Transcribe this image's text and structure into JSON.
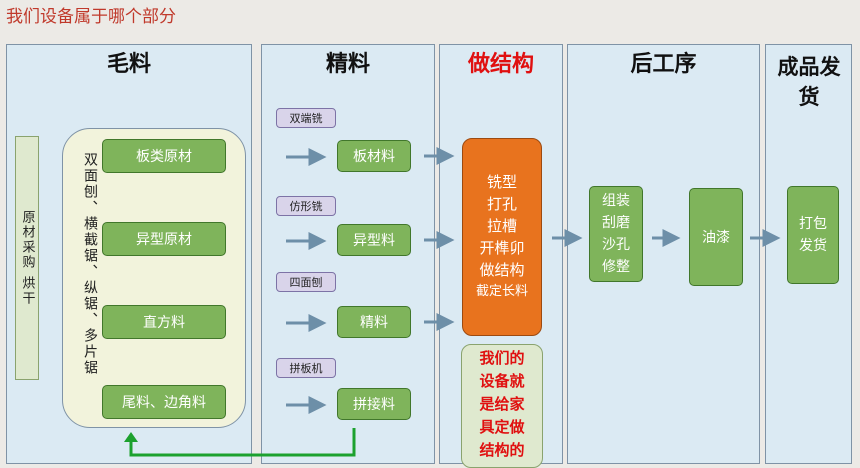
{
  "page_title": "我们设备属于哪个部分",
  "sections": {
    "maoliao": "毛料",
    "jingliao": "精料",
    "zuojiegou": "做结构",
    "hougongxu": "后工序",
    "chengpin": "成品发货"
  },
  "maoliao": {
    "left_bar": "原材采购   烘干",
    "machines": "双面刨、横截锯、纵锯、多片锯",
    "items": [
      "板类原材",
      "异型原材",
      "直方料",
      "尾料、边角料"
    ]
  },
  "jingliao": {
    "machines": [
      "双端铣",
      "仿形铣",
      "四面刨",
      "拼板机"
    ],
    "items": [
      "板材料",
      "异型料",
      "精料",
      "拼接料"
    ]
  },
  "zuojiegou": {
    "process": [
      "铣型",
      "打孔",
      "拉槽",
      "开榫卯",
      "做结构",
      "截定长料"
    ],
    "note": [
      "我们的",
      "设备就",
      "是给家",
      "具定做",
      "结构的"
    ]
  },
  "hougongxu": {
    "step1": [
      "组装",
      "刮磨",
      "沙孔",
      "修整"
    ],
    "step2": "油漆"
  },
  "chengpin": {
    "step": [
      "打包",
      "发货"
    ]
  },
  "colors": {
    "green": "#7fb45b",
    "orange": "#e8731e",
    "panel": "#dbeaf3",
    "title_red": "#c0392b",
    "highlight_red": "#e01010"
  }
}
